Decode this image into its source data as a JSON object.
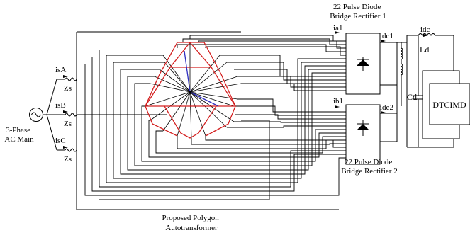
{
  "labels": {
    "source": [
      "3-Phase",
      "AC Main"
    ],
    "isA": "isA",
    "isB": "isB",
    "isC": "isC",
    "zs": "Zs",
    "rect1": [
      "22 Pulse Diode",
      "Bridge Rectifier 1"
    ],
    "rect2": [
      "22 Pulse Diode",
      "Bridge Rectifier 2"
    ],
    "ia1": "ia1",
    "ib1": "ib1",
    "idc1": "idc1",
    "idc2": "idc2",
    "idc": "idc",
    "ld": "Ld",
    "cd": "Cd",
    "dtcimd": "DTCIMD",
    "transformer": [
      "Proposed Polygon",
      "Autotransformer"
    ]
  },
  "colors": {
    "wire": "#000000",
    "primary_winding": "#d42020",
    "secondary_winding": "#3030c0"
  }
}
